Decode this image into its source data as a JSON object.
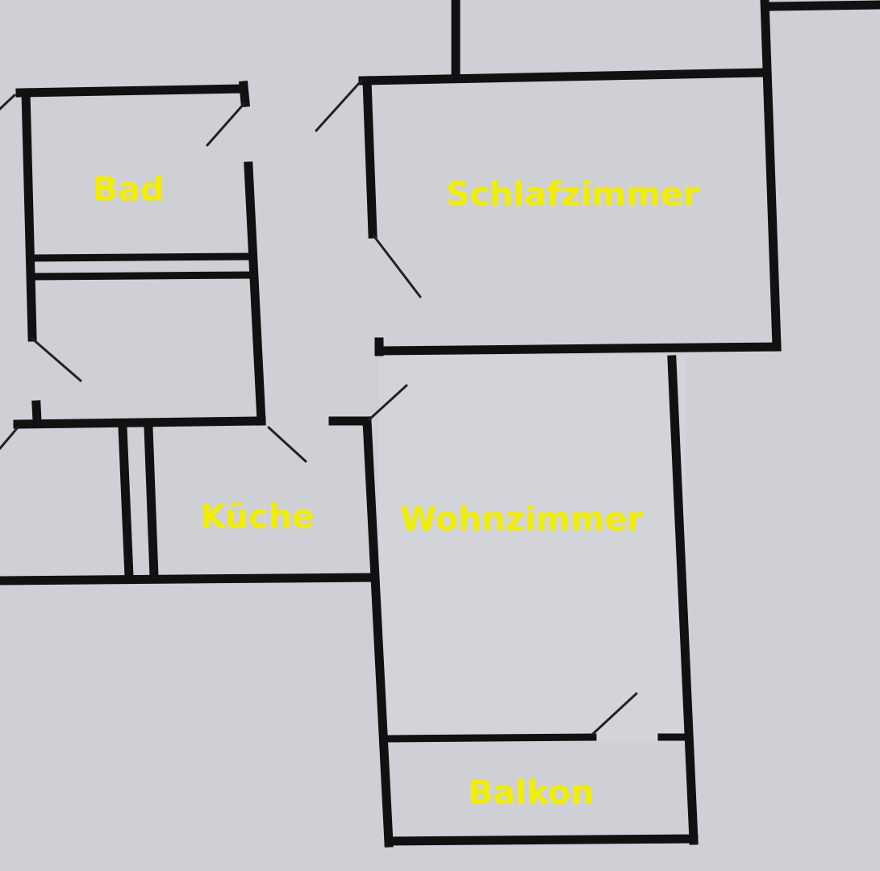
{
  "colors": {
    "background": "#cfd0d6",
    "walls": "#111111",
    "labels": "#f2ee00"
  },
  "rooms": {
    "bad": "Bad",
    "schlafzimmer": "Schlafzimmer",
    "kueche": "Küche",
    "wohnzimmer": "Wohnzimmer",
    "balkon": "Balkon"
  }
}
